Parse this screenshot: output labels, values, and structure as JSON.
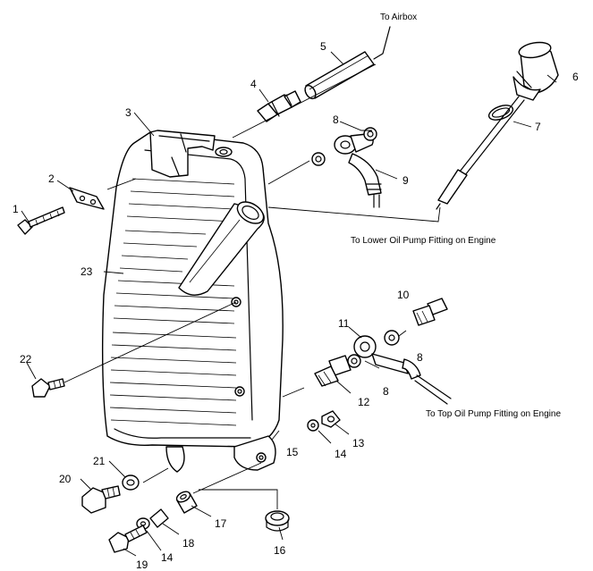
{
  "notes": {
    "airbox": "To Airbox",
    "lower": "To Lower Oil Pump Fitting on Engine",
    "top": "To Top Oil Pump Fitting on Engine"
  },
  "labels": {
    "n1": "1",
    "n2": "2",
    "n3": "3",
    "n4": "4",
    "n5": "5",
    "n6": "6",
    "n7": "7",
    "n8a": "8",
    "n8b": "8",
    "n8c": "8",
    "n9": "9",
    "n10": "10",
    "n11": "11",
    "n12": "12",
    "n13": "13",
    "n14a": "14",
    "n14b": "14",
    "n15": "15",
    "n16": "16",
    "n17": "17",
    "n18": "18",
    "n19": "19",
    "n20": "20",
    "n21": "21",
    "n22": "22",
    "n23": "23"
  }
}
